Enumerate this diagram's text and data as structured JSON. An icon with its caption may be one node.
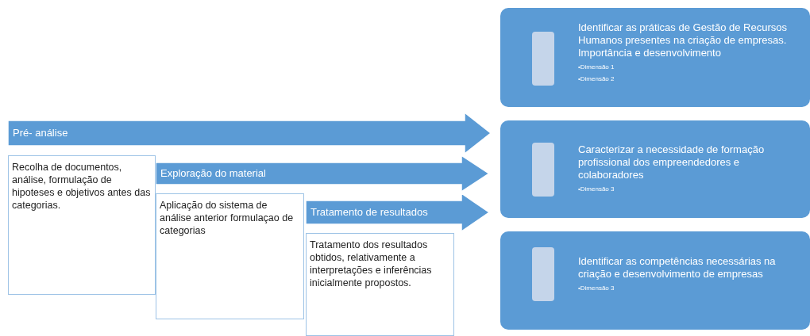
{
  "diagram": {
    "nodes": [
      {
        "text": [
          "Pré- análise"
        ]
      },
      {
        "text": [
          "Recolha de documentos, análise, formulação de hipoteses e  objetivos antes das categorias."
        ]
      },
      {
        "text": [
          "Exploração do material"
        ]
      },
      {
        "text": [
          "Aplicação do sistema de análise anterior formulaçao de categorias"
        ]
      },
      {
        "text": [
          "Tratamento de resultados"
        ]
      },
      {
        "text": [
          "Tratamento dos resultados obtidos, relativamente a interpretações e inferências inicialmente propostos."
        ]
      },
      {
        "text": [
          "Identificar as práticas de Gestão de Recursos Humanos presentes na criação de empresas. Importância e desenvolvimento",
          "•Dimensão 1",
          "•Dimensão 2"
        ]
      },
      {
        "text": [
          "Caracterizar a necessidade de formação profissional dos empreendedores  e colaboradores",
          "•Dimensão 3"
        ]
      },
      {
        "text": [
          "Identificar as competências  necessárias na criação e desenvolvimento de empresas",
          "•Dimensão 3"
        ]
      }
    ],
    "edges": []
  }
}
